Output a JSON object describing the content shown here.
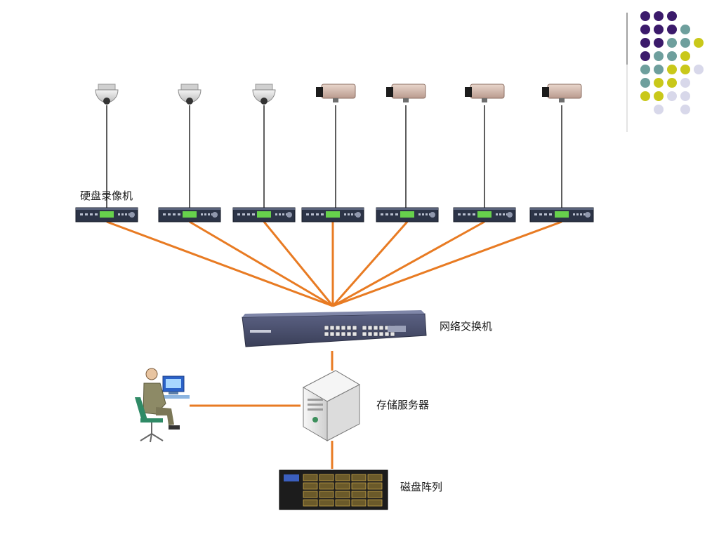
{
  "labels": {
    "dvr": "硬盘录像机",
    "switch": "网络交换机",
    "server": "存储服务器",
    "disk_array": "磁盘阵列"
  },
  "cameras": [
    {
      "kind": "dome-camera"
    },
    {
      "kind": "dome-camera"
    },
    {
      "kind": "dome-camera"
    },
    {
      "kind": "box-camera"
    },
    {
      "kind": "box-camera"
    },
    {
      "kind": "box-camera"
    },
    {
      "kind": "box-camera"
    }
  ],
  "dvr_count": 7,
  "colors": {
    "link": "#e87b23",
    "wire": "#1a1a1a",
    "device_dark": "#2c3447",
    "lcd": "#67d14c",
    "switch_body": "#4a4f6e",
    "port": "#e6e6e6",
    "dot_purple": "#3b1a6b",
    "dot_teal": "#6e9f9d",
    "dot_yellow": "#c9c81a",
    "dot_lavender": "#d8d8ea"
  },
  "dot_grid": [
    [
      "purple",
      "purple",
      "purple",
      "none"
    ],
    [
      "purple",
      "purple",
      "purple",
      "teal"
    ],
    [
      "purple",
      "purple",
      "teal",
      "teal",
      "yellow"
    ],
    [
      "purple",
      "teal",
      "teal",
      "yellow",
      "none"
    ],
    [
      "teal",
      "teal",
      "yellow",
      "yellow",
      "lavender"
    ],
    [
      "teal",
      "yellow",
      "yellow",
      "lavender",
      "none"
    ],
    [
      "yellow",
      "yellow",
      "lavender",
      "lavender",
      "none"
    ],
    [
      "none",
      "lavender",
      "none",
      "lavender",
      "none"
    ]
  ]
}
